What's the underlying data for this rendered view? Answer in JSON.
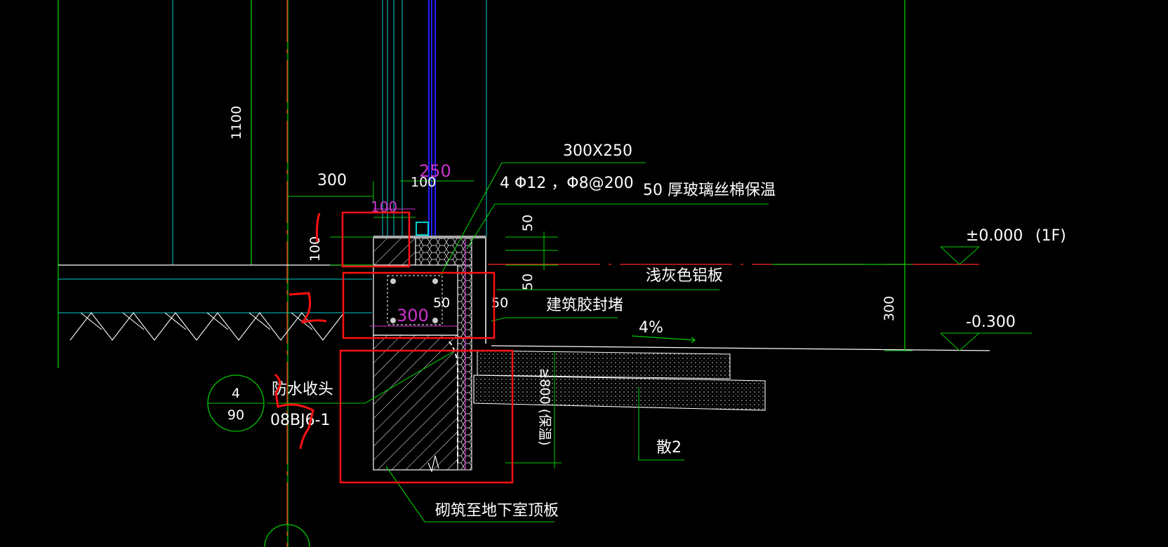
{
  "annotations": {
    "beam_size": "300X250",
    "rebar": "4 Φ12 ，Φ8@200",
    "insulation": "50 厚玻璃丝棉保温",
    "aluminum_panel": "浅灰色铝板",
    "sealant": "建筑胶封堵",
    "waterproof_end": "防水收头",
    "masonry": "砌筑至地下室顶板",
    "apron": "散2",
    "slope": "4%",
    "buried": "≥800 (保温)"
  },
  "detail_callout": {
    "number": "4",
    "page": "90",
    "atlas": "08BJ6-1"
  },
  "elevations": [
    {
      "value": "±0.000",
      "floor": "(1F)"
    },
    {
      "value": "-0.300",
      "floor": ""
    }
  ],
  "dimensions": {
    "height_1100": "1100",
    "width_300": "300",
    "width_100_a": "100",
    "width_100_b": "100",
    "height_100": "100",
    "width_250": "250",
    "height_50_a": "50",
    "height_50_b": "50",
    "inner_50": "50",
    "side_50": "50",
    "beam_300": "300",
    "step_300": "300"
  },
  "colors": {
    "background": "#000000",
    "dimension": "#00cc00",
    "text": "#ffffff",
    "markup": "#ff1111",
    "cyan": "#00cccc",
    "blue": "#2222ff",
    "magenta": "#cc33cc"
  }
}
